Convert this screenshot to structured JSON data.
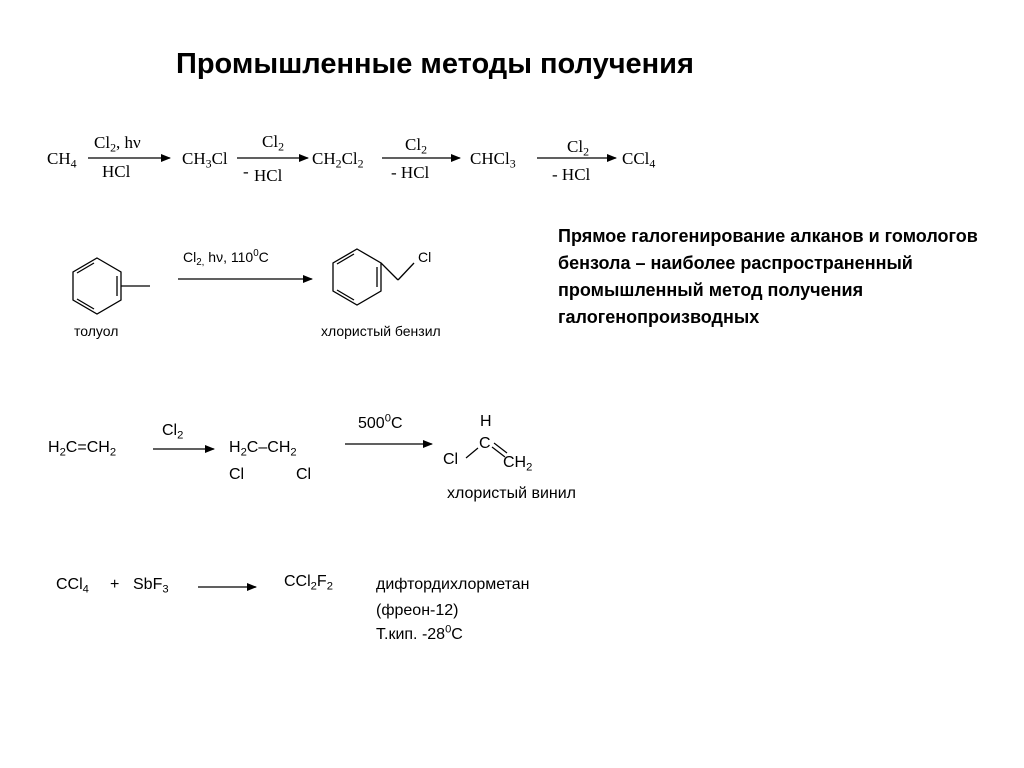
{
  "title": "Промышленные методы получения",
  "description": "Прямое галогенирование алканов и гомологов бензола – наиболее распространенный промышленный метод получения галогенопроизводных",
  "chlorination_methane": {
    "ch4": {
      "main": "CH",
      "sub": "4"
    },
    "step1": {
      "above_a": "Cl",
      "above_sub": "2",
      "above_b": ", hν",
      "below": "HCl"
    },
    "ch3cl": {
      "a": "CH",
      "sub": "3",
      "b": "Cl"
    },
    "step2": {
      "above": "Cl",
      "above_sub": "2",
      "below_dash": "-",
      "below": "HCl"
    },
    "ch2cl2": {
      "a": "CH",
      "sub1": "2",
      "b": "Cl",
      "sub2": "2"
    },
    "step3": {
      "above": "Cl",
      "above_sub": "2",
      "below": "- HCl"
    },
    "chcl3": {
      "a": "CHCl",
      "sub": "3"
    },
    "step4": {
      "above": "Cl",
      "above_sub": "2",
      "below": "- HCl"
    },
    "ccl4": {
      "a": "CCl",
      "sub": "4"
    }
  },
  "toluene_reaction": {
    "conditions": {
      "a": "Cl",
      "sub": "2,",
      "b": " hν, 110",
      "sup": "0",
      "c": "C"
    },
    "reactant_label": "толуол",
    "product_cl": "Cl",
    "product_label": "хлористый бензил"
  },
  "ethylene_reaction": {
    "ethylene": {
      "a": "H",
      "sub1": "2",
      "b": "C=CH",
      "sub2": "2"
    },
    "reagent": {
      "a": "Cl",
      "sub": "2"
    },
    "dichloroethane": {
      "a": "H",
      "sub1": "2",
      "b": "C",
      "dash": "–",
      "c": "CH",
      "sub2": "2",
      "cl_left": "Cl",
      "cl_right": "Cl"
    },
    "conditions": {
      "a": "500",
      "sup": "0",
      "b": "C"
    },
    "vinyl": {
      "h": "H",
      "c": "C",
      "cl": "Cl",
      "ch2": "CH",
      "sub": "2"
    },
    "product_label": "хлористый винил"
  },
  "freon_reaction": {
    "reactant1": {
      "a": "CCl",
      "sub": "4"
    },
    "plus": "+",
    "reactant2": {
      "a": "SbF",
      "sub": "3"
    },
    "product": {
      "a": "CCl",
      "sub1": "2",
      "b": "F",
      "sub2": "2"
    },
    "name": "дифтордихлорметан",
    "alias": "(фреон-12)",
    "bp": {
      "a": "Т.кип. -28",
      "sup": "0",
      "b": "C"
    }
  }
}
